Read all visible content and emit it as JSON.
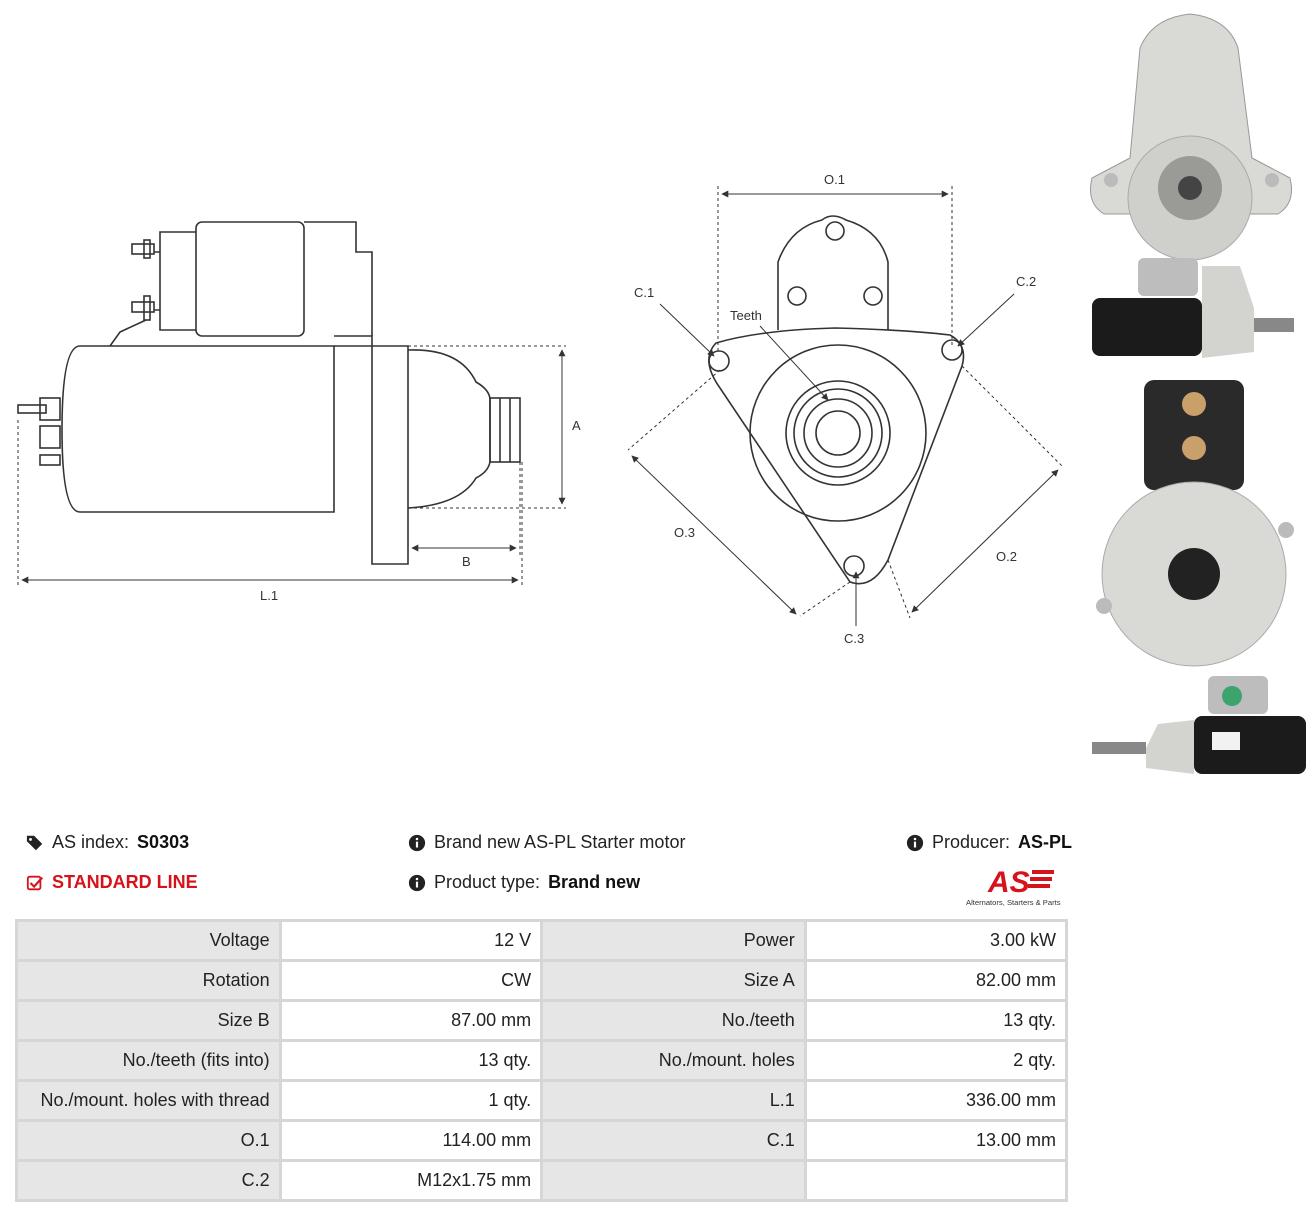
{
  "drawing": {
    "labels": {
      "a": "A",
      "b": "B",
      "l1": "L.1",
      "o1": "O.1",
      "o2": "O.2",
      "o3": "O.3",
      "c1": "C.1",
      "c2": "C.2",
      "c3": "C.3",
      "teeth": "Teeth"
    }
  },
  "info": {
    "index_label": "AS index:",
    "index_value": "S0303",
    "line": "STANDARD LINE",
    "description": "Brand new AS-PL Starter motor",
    "product_type_label": "Product type:",
    "product_type_value": "Brand new",
    "producer_label": "Producer:",
    "producer_value": "AS-PL",
    "logo_text": "AS",
    "logo_caption": "Alternators, Starters & Parts",
    "colors": {
      "accent": "#d6121a"
    }
  },
  "specs": [
    [
      "Voltage",
      "12 V",
      "Power",
      "3.00 kW"
    ],
    [
      "Rotation",
      "CW",
      "Size A",
      "82.00 mm"
    ],
    [
      "Size B",
      "87.00 mm",
      "No./teeth",
      "13 qty."
    ],
    [
      "No./teeth (fits into)",
      "13 qty.",
      "No./mount. holes",
      "2 qty."
    ],
    [
      "No./mount. holes with thread",
      "1 qty.",
      "L.1",
      "336.00 mm"
    ],
    [
      "O.1",
      "114.00 mm",
      "C.1",
      "13.00 mm"
    ],
    [
      "C.2",
      "M12x1.75 mm",
      "",
      ""
    ]
  ]
}
